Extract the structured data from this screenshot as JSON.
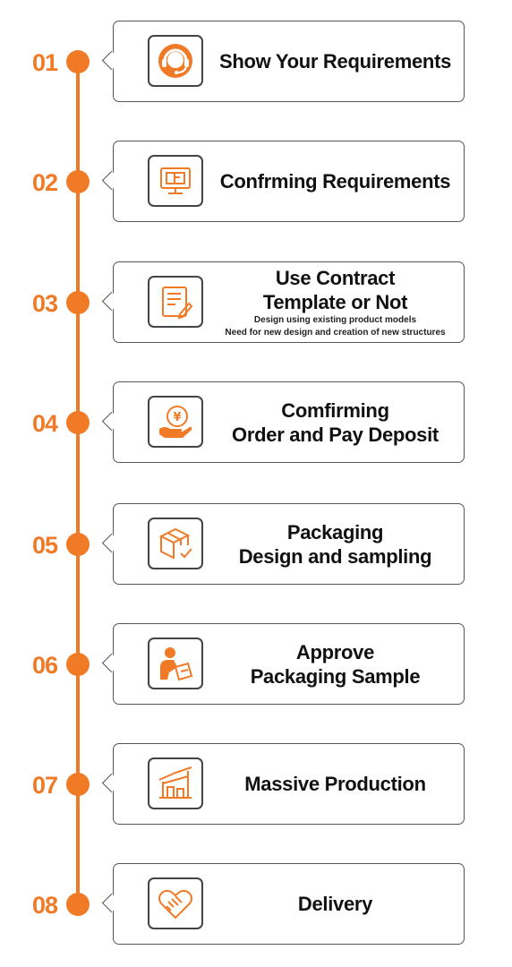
{
  "steps": [
    {
      "number": "01",
      "title_lines": [
        "Show Your Requirements"
      ],
      "sub_lines": [],
      "icon": "headset-support-icon"
    },
    {
      "number": "02",
      "title_lines": [
        "Confrming Requirements"
      ],
      "sub_lines": [],
      "icon": "monitor-icon"
    },
    {
      "number": "03",
      "title_lines": [
        "Use Contract",
        "Template or Not"
      ],
      "sub_lines": [
        "Design using existing product models",
        "Need for new design and creation of new structures"
      ],
      "icon": "contract-edit-icon"
    },
    {
      "number": "04",
      "title_lines": [
        "Comfirming",
        "Order and Pay Deposit"
      ],
      "sub_lines": [],
      "icon": "yuan-payment-icon"
    },
    {
      "number": "05",
      "title_lines": [
        "Packaging",
        "Design and sampling"
      ],
      "sub_lines": [],
      "icon": "package-box-icon"
    },
    {
      "number": "06",
      "title_lines": [
        "Approve",
        "Packaging Sample"
      ],
      "sub_lines": [],
      "icon": "person-approve-icon"
    },
    {
      "number": "07",
      "title_lines": [
        "Massive Production"
      ],
      "sub_lines": [],
      "icon": "factory-icon"
    },
    {
      "number": "08",
      "title_lines": [
        "Delivery"
      ],
      "sub_lines": [],
      "icon": "handshake-icon"
    }
  ],
  "colors": {
    "accent": "#f07a26",
    "border": "#555555",
    "text": "#111111"
  }
}
